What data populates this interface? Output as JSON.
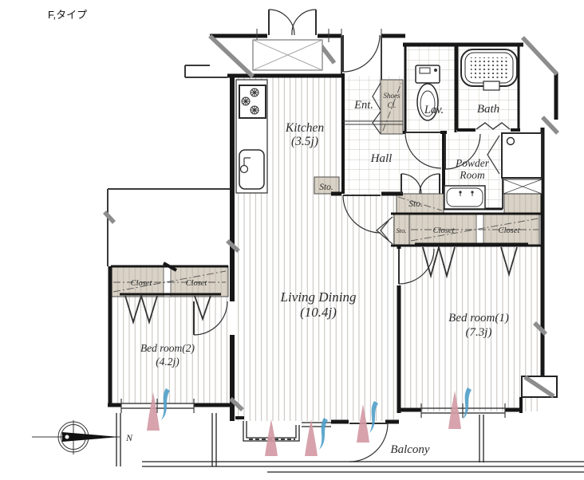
{
  "title": "F,タイプ",
  "rooms": {
    "kitchen": {
      "name": "Kitchen",
      "size": "(3.5j)"
    },
    "living_dining": {
      "name": "Living Dining",
      "size": "(10.4j)"
    },
    "bedroom1": {
      "name": "Bed room(1)",
      "size": "(7.3j)"
    },
    "bedroom2": {
      "name": "Bed room(2)",
      "size": "(4.2j)"
    },
    "entrance": {
      "name": "Ent."
    },
    "shoes_closet": {
      "name_line1": "Shoes",
      "name_line2": "Cl."
    },
    "lavatory": {
      "name": "Lav."
    },
    "bath": {
      "name": "Bath"
    },
    "hall": {
      "name": "Hall"
    },
    "powder_room": {
      "name_line1": "Powder",
      "name_line2": "Room"
    },
    "balcony": {
      "name": "Balcony"
    }
  },
  "storage": {
    "sto_kitchen": "Sto.",
    "sto_hall": "Sto.",
    "sto_bedroom1": "Sto.",
    "closet_bedroom1_left": "Closet",
    "closet_bedroom1_right": "Closet",
    "closet_bedroom2_left": "Closet",
    "closet_bedroom2_right": "Closet"
  },
  "compass": {
    "north_label": "N"
  },
  "colors": {
    "wall": "#171717",
    "closet_beige": "#d9d2c6",
    "sunlight_pink": "#d399a4",
    "airflow_blue": "#4f9fc8"
  }
}
